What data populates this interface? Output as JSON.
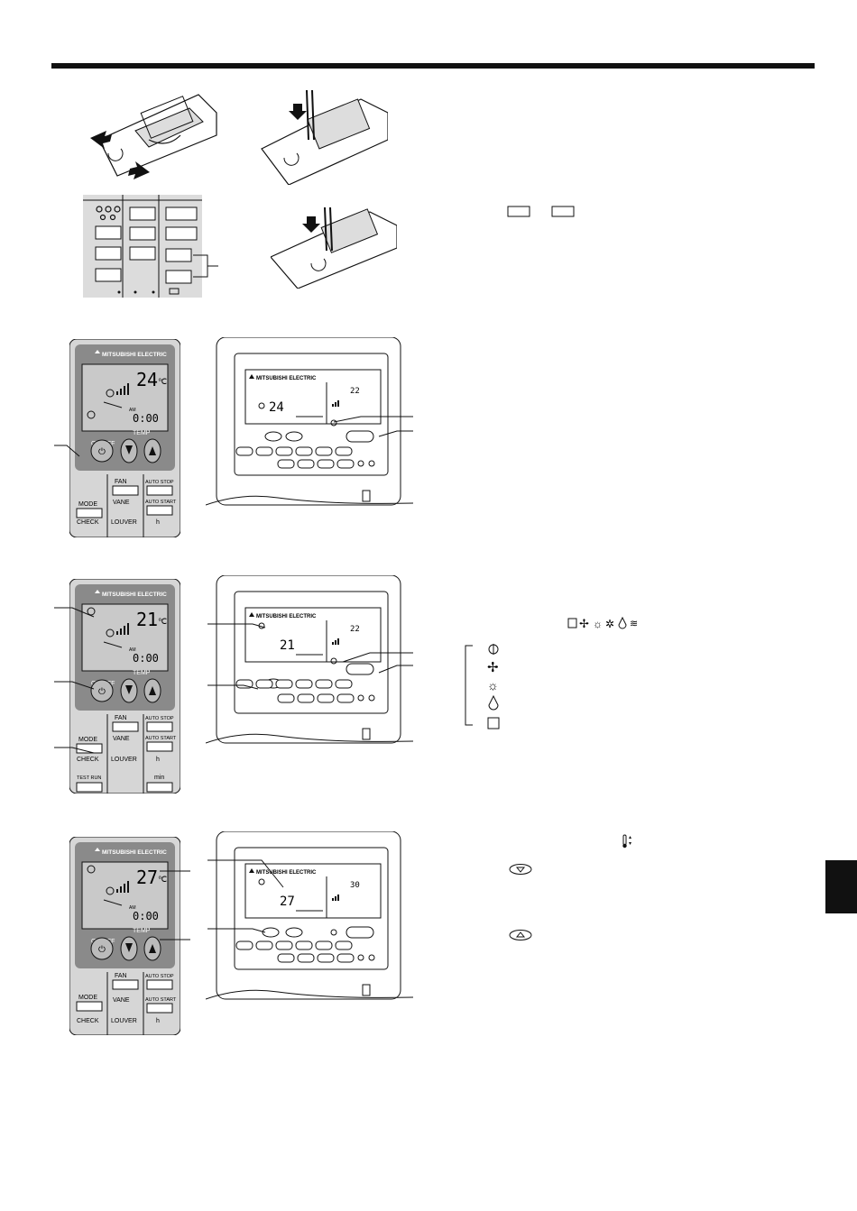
{
  "page": {
    "colors": {
      "ink": "#111111",
      "paper": "#ffffff",
      "remote_body": "#d9d9d9",
      "lcd": "#c9c9c9"
    }
  },
  "figures": {
    "wireless_remote": {
      "brand": "MITSUBISHI ELECTRIC",
      "labels": {
        "on_off": "ON/OFF",
        "temp": "TEMP",
        "mode": "MODE",
        "fan": "FAN",
        "vane": "VANE",
        "louver": "LOUVER",
        "check": "CHECK",
        "test_run": "TEST RUN",
        "auto_stop": "AUTO STOP",
        "auto_start": "AUTO START",
        "hour": "h",
        "minute": "min"
      },
      "displays": [
        {
          "temp": "24",
          "clock": "0:00",
          "am": "AM"
        },
        {
          "temp": "21",
          "clock": "0:00",
          "am": "AM"
        },
        {
          "temp": "27",
          "clock": "0:00",
          "am": "AM"
        }
      ]
    },
    "wired_remote": {
      "brand": "MITSUBISHI ELECTRIC",
      "displays": [
        {
          "set_temp": "24",
          "room_temp": "22"
        },
        {
          "set_temp": "21",
          "room_temp": "22"
        },
        {
          "set_temp": "27",
          "room_temp": "30"
        }
      ]
    }
  }
}
